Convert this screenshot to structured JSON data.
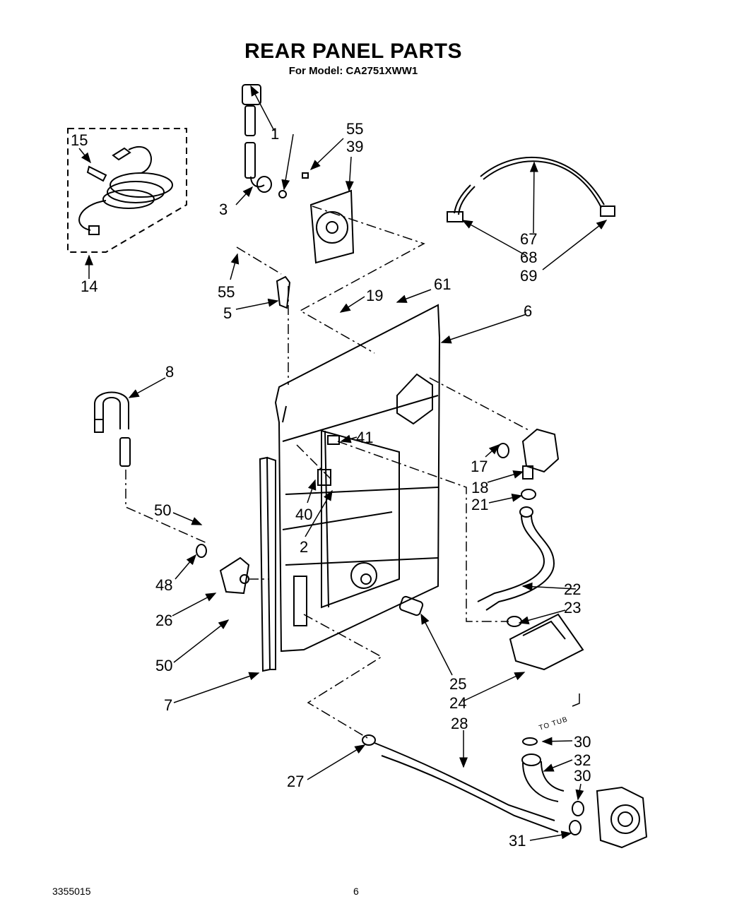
{
  "title": "REAR PANEL PARTS",
  "subtitle": "For Model: CA2751XWW1",
  "footer": {
    "doc_number": "3355015",
    "page_number": "6"
  },
  "to_tub_note": "TO TUB",
  "callouts": [
    "1",
    "3",
    "55",
    "39",
    "15",
    "14",
    "67",
    "68",
    "69",
    "55",
    "5",
    "19",
    "61",
    "6",
    "8",
    "41",
    "17",
    "40",
    "18",
    "21",
    "50",
    "2",
    "48",
    "26",
    "22",
    "23",
    "50",
    "25",
    "24",
    "7",
    "28",
    "30",
    "32",
    "30",
    "27",
    "31"
  ]
}
